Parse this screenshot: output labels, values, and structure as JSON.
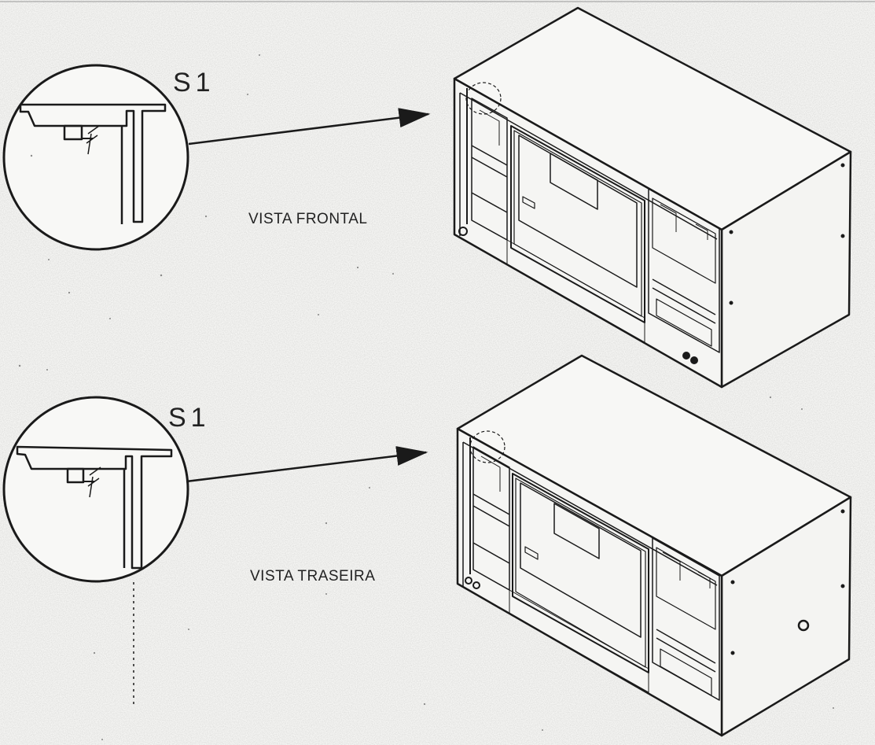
{
  "views": [
    {
      "id": "front",
      "title": "VISTA FRONTAL",
      "detail_label": "S1"
    },
    {
      "id": "rear",
      "title": "VISTA TRASEIRA",
      "detail_label": "S1"
    }
  ],
  "colors": {
    "ink": "#1a1a1a",
    "paper": "#f6f6f4"
  }
}
